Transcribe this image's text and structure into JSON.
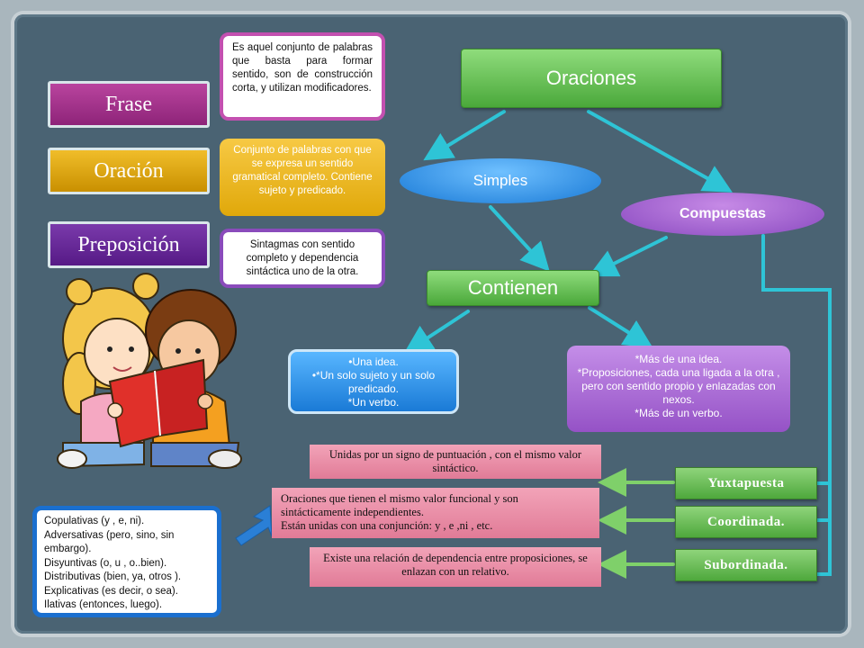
{
  "left_terms": [
    {
      "term": "Frase",
      "definition": "Es aquel conjunto de palabras que basta para formar sentido, son de construcción corta, y utilizan modificadores."
    },
    {
      "term": "Oración",
      "definition": "Conjunto de palabras con que se expresa un sentido gramatical completo. Contiene sujeto y predicado."
    },
    {
      "term": "Preposición",
      "definition": "Sintagmas con sentido completo y dependencia sintáctica uno de la otra."
    }
  ],
  "diagram": {
    "root": "Oraciones",
    "simples": "Simples",
    "compuestas": "Compuestas",
    "contienen": "Contienen",
    "simple_details": [
      "•Una idea.",
      "•*Un  solo sujeto y un solo predicado.",
      "*Un verbo."
    ],
    "compound_details": [
      "*Más de una idea.",
      "*Proposiciones, cada una ligada a la otra , pero con sentido propio  y enlazadas  con nexos.",
      "*Más de un verbo."
    ]
  },
  "types": [
    {
      "label": "Yuxtapuesta",
      "description": "Unidas por un signo de puntuación , con el mismo valor sintáctico."
    },
    {
      "label": "Coordinada.",
      "description_lines": [
        "Oraciones que tienen el mismo valor funcional y son sintácticamente  independientes.",
        "Están unidas con una conjunción: y , e ,ni , etc."
      ]
    },
    {
      "label": "Subordinada.",
      "description": "Existe una relación de dependencia entre proposiciones, se enlazan con un relativo."
    }
  ],
  "conjunctions": [
    "Copulativas (y , e, ni).",
    "Adversativas (pero, sino, sin embargo).",
    "Disyuntivas (o, u , o..bien).",
    "Distributivas (bien, ya, otros ).",
    "Explicativas  (es decir, o sea).",
    "Ilativas  (entonces, luego)."
  ],
  "colors": {
    "background": "#4a6373",
    "frase": "#a8308e",
    "oracion": "#e0a80a",
    "preposicion": "#6a2a9a",
    "green": "#5cb84a",
    "blue": "#2a8ad6",
    "purple": "#9a5ac8",
    "cyan_arrow": "#2ec4d6",
    "pink": "#ec8ea8",
    "blue_box": "#1a6fcf"
  },
  "icons": [
    "children-reading-illustration",
    "down-arrow-icon",
    "left-arrow-icon"
  ]
}
